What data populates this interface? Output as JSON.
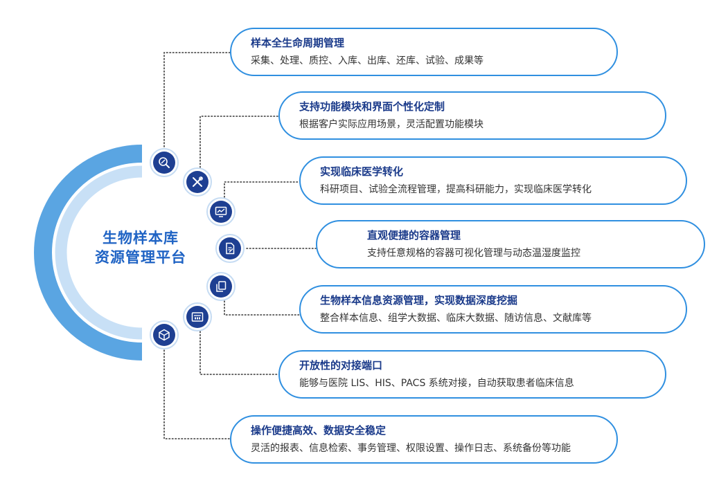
{
  "center": {
    "line1": "生物样本库",
    "line2": "资源管理平台"
  },
  "colors": {
    "outer_arc": "#5aa5e2",
    "inner_arc": "#c8e0f6",
    "badge_fill": "#1e3f92",
    "badge_ring": "#c6dcf3",
    "card_border": "#2f8fe0",
    "card_title": "#1a3a8a",
    "center_text": "#1f63c4",
    "connector": "#333333"
  },
  "items": [
    {
      "icon": "search-sample-icon",
      "title": "样本全生命周期管理",
      "desc": "采集、处理、质控、入库、出库、还库、试验、成果等"
    },
    {
      "icon": "tools-icon",
      "title": "支持功能模块和界面个性化定制",
      "desc": "根据客户实际应用场景，灵活配置功能模块"
    },
    {
      "icon": "monitor-chart-icon",
      "title": "实现临床医学转化",
      "desc": "科研项目、试验全流程管理，提高科研能力，实现临床医学转化"
    },
    {
      "icon": "document-edit-icon",
      "title": "直观便捷的容器管理",
      "desc": "支持任意规格的容器可视化管理与动态温湿度监控"
    },
    {
      "icon": "copy-files-icon",
      "title": "生物样本信息资源管理，实现数据深度挖掘",
      "desc": "整合样本信息、组学大数据、临床大数据、随访信息、文献库等"
    },
    {
      "icon": "server-port-icon",
      "title": "开放性的对接端口",
      "desc": "能够与医院 LIS、HIS、PACS 系统对接，自动获取患者临床信息"
    },
    {
      "icon": "cube-icon",
      "title": "操作便捷高效、数据安全稳定",
      "desc": "灵活的报表、信息检索、事务管理、权限设置、操作日志、系统备份等功能"
    }
  ]
}
